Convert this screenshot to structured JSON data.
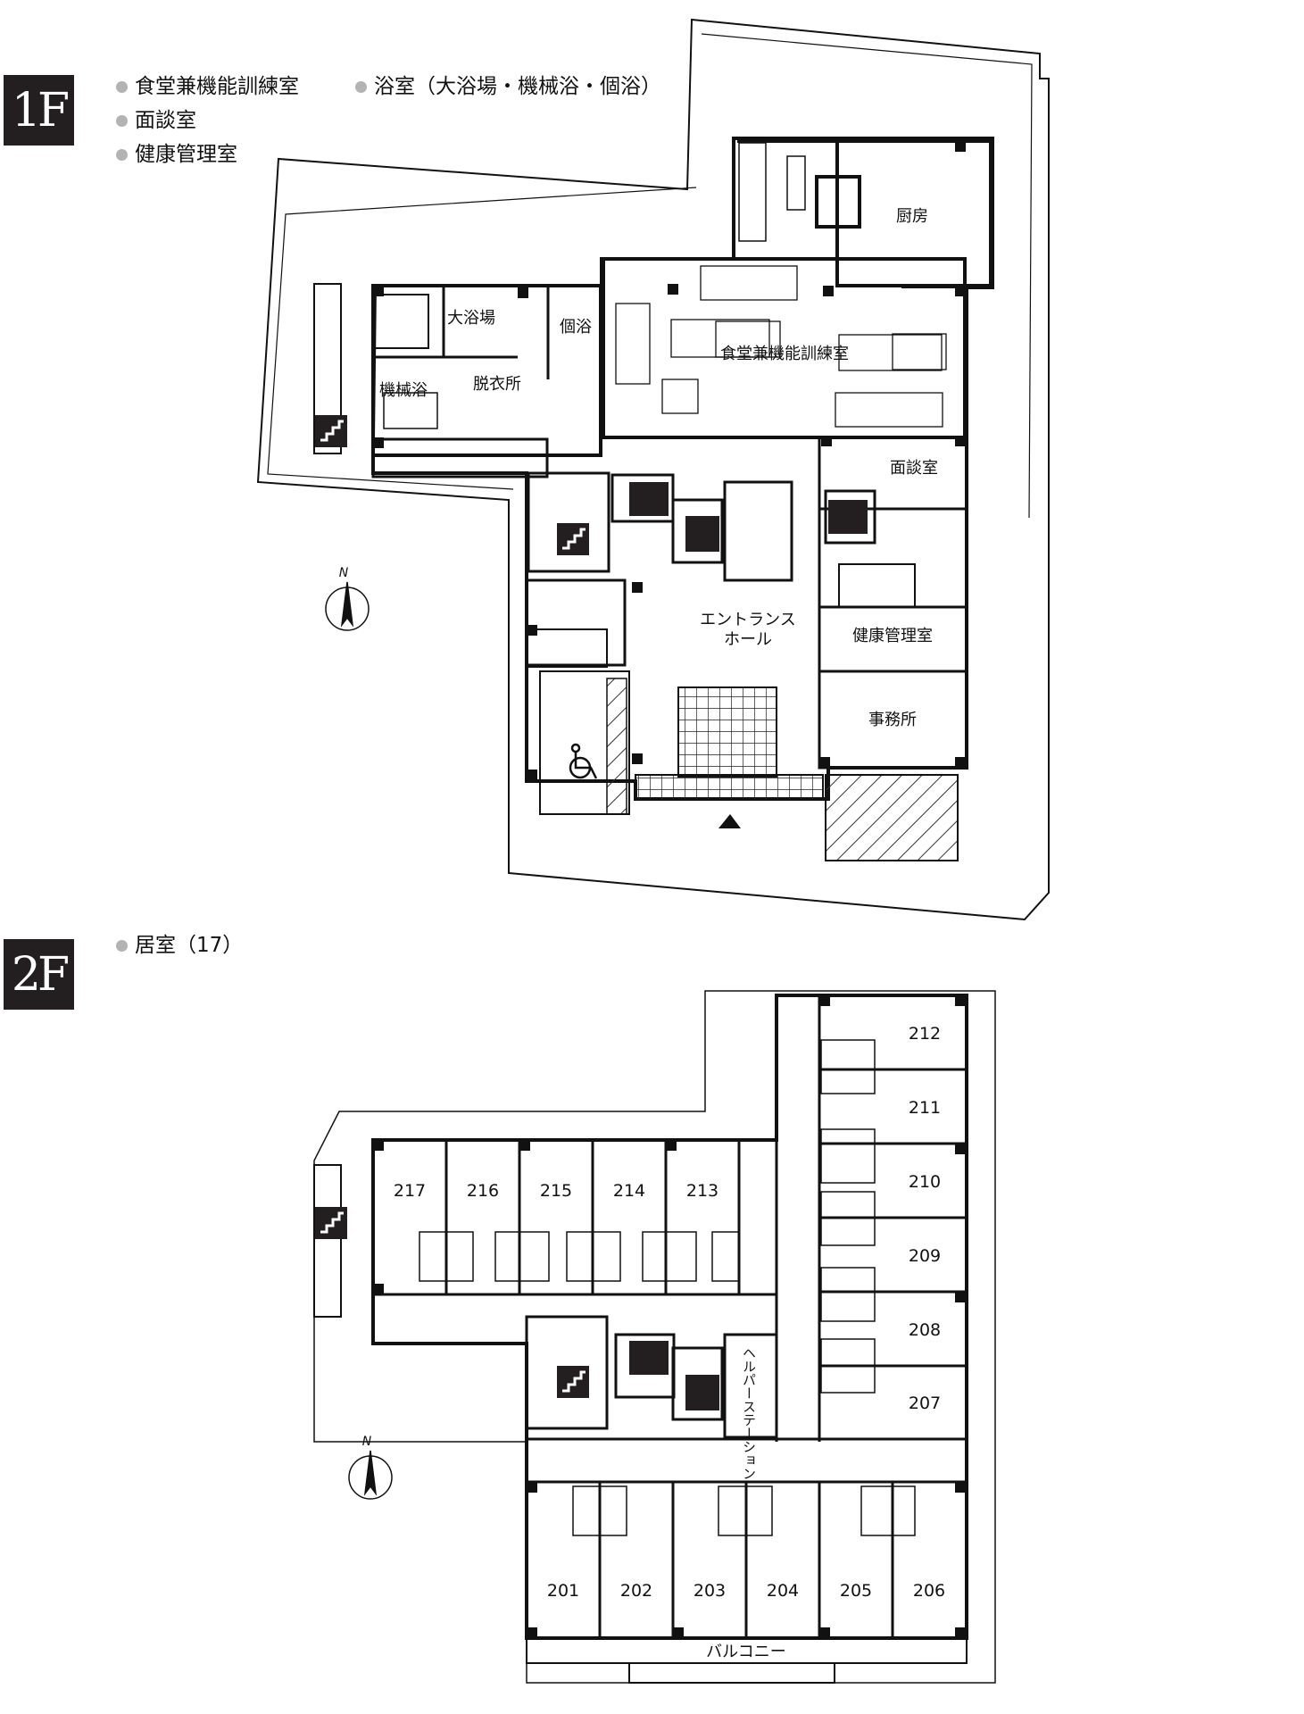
{
  "floor1": {
    "badge": "1F",
    "legend": [
      "食堂兼機能訓練室",
      "浴室（大浴場・機械浴・個浴）",
      "面談室",
      "健康管理室"
    ],
    "rooms": {
      "kitchen": "厨房",
      "dining": "食堂兼機能訓練室",
      "large_bath": "大浴場",
      "private_bath": "個浴",
      "machine_bath": "機械浴",
      "dressing": "脱衣所",
      "interview": "面談室",
      "entrance_line1": "エントランス",
      "entrance_line2": "ホール",
      "health": "健康管理室",
      "office": "事務所"
    },
    "north": "N"
  },
  "floor2": {
    "badge": "2F",
    "legend": [
      "居室（17）"
    ],
    "rooms_top": [
      "217",
      "216",
      "215",
      "214",
      "213"
    ],
    "rooms_right": [
      "212",
      "211",
      "210",
      "209",
      "208",
      "207"
    ],
    "rooms_bottom": [
      "201",
      "202",
      "203",
      "204",
      "205",
      "206"
    ],
    "helper_station": "ヘルパーステーション",
    "balcony": "バルコニー",
    "north": "N"
  }
}
